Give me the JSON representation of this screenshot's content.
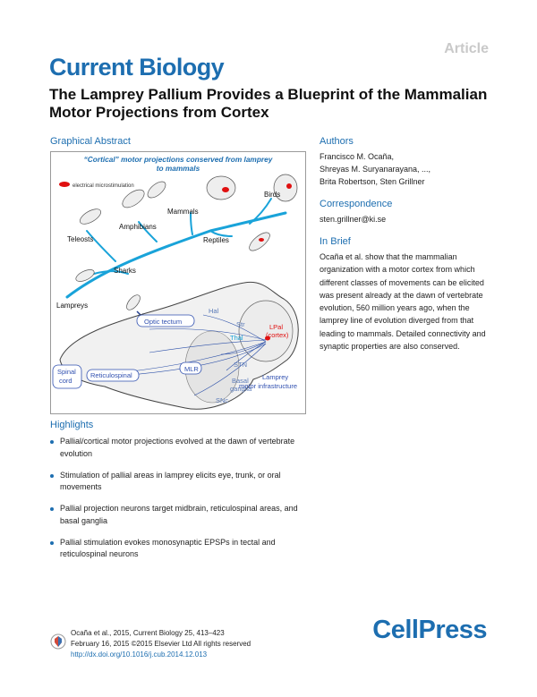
{
  "header": {
    "article_tag": "Article",
    "journal": "Current Biology"
  },
  "title": "The Lamprey Pallium Provides a Blueprint of the Mammalian Motor Projections from Cortex",
  "graphical_abstract": {
    "label": "Graphical Abstract",
    "figure_title_line1": "“Cortical” motor projections conserved from lamprey",
    "figure_title_line2": "to mammals",
    "legend": "electrical microstimulation",
    "taxa": {
      "birds": "Birds",
      "mammals": "Mammals",
      "amphibians": "Amphibians",
      "teleosts": "Teleosts",
      "reptiles": "Reptiles",
      "sharks": "Sharks",
      "lampreys": "Lampreys"
    },
    "brain_labels": {
      "optic_tectum": "Optic tectum",
      "hal": "Hal",
      "thal": "Thal",
      "str": "Str",
      "lpal": "LPal",
      "cortex": "(cortex)",
      "spinal1": "Spinal",
      "spinal2": "cord",
      "reticulospinal": "Reticulospinal",
      "mlr": "MLR",
      "stn": "STN",
      "basal1": "Basal",
      "basal2": "ganglia",
      "snc": "SNc",
      "lamprey1": "Lamprey",
      "lamprey2": "motor infrastructure"
    }
  },
  "authors": {
    "label": "Authors",
    "lines": [
      "Francisco M. Ocaña,",
      "Shreyas M. Suryanarayana, ...,",
      "Brita Robertson, Sten Grillner"
    ]
  },
  "correspondence": {
    "label": "Correspondence",
    "email": "sten.grillner@ki.se"
  },
  "in_brief": {
    "label": "In Brief",
    "text": "Ocaña et al. show that the mammalian organization with a motor cortex from which different classes of movements can be elicited was present already at the dawn of vertebrate evolution, 560 million years ago, when the lamprey line of evolution diverged from that leading to mammals. Detailed connectivity and synaptic properties are also conserved."
  },
  "highlights": {
    "label": "Highlights",
    "items": [
      "Pallial/cortical motor projections evolved at the dawn of vertebrate evolution",
      "Stimulation of pallial areas in lamprey elicits eye, trunk, or oral movements",
      "Pallial projection neurons target midbrain, reticulospinal areas, and basal ganglia",
      "Pallial stimulation evokes monosynaptic EPSPs in tectal and reticulospinal neurons"
    ]
  },
  "footer": {
    "citation": "Ocaña et al., 2015, Current Biology 25, 413–423",
    "date": "February 16, 2015 ©2015 Elsevier Ltd All rights reserved",
    "doi": "http://dx.doi.org/10.1016/j.cub.2014.12.013",
    "crossmark": "CrossMark",
    "publisher": "CellPress"
  },
  "colors": {
    "brand_blue": "#1d6eb0",
    "tree_cyan": "#19a3d9",
    "projection_blue": "#2b4fa8",
    "stim_red": "#e01010"
  }
}
